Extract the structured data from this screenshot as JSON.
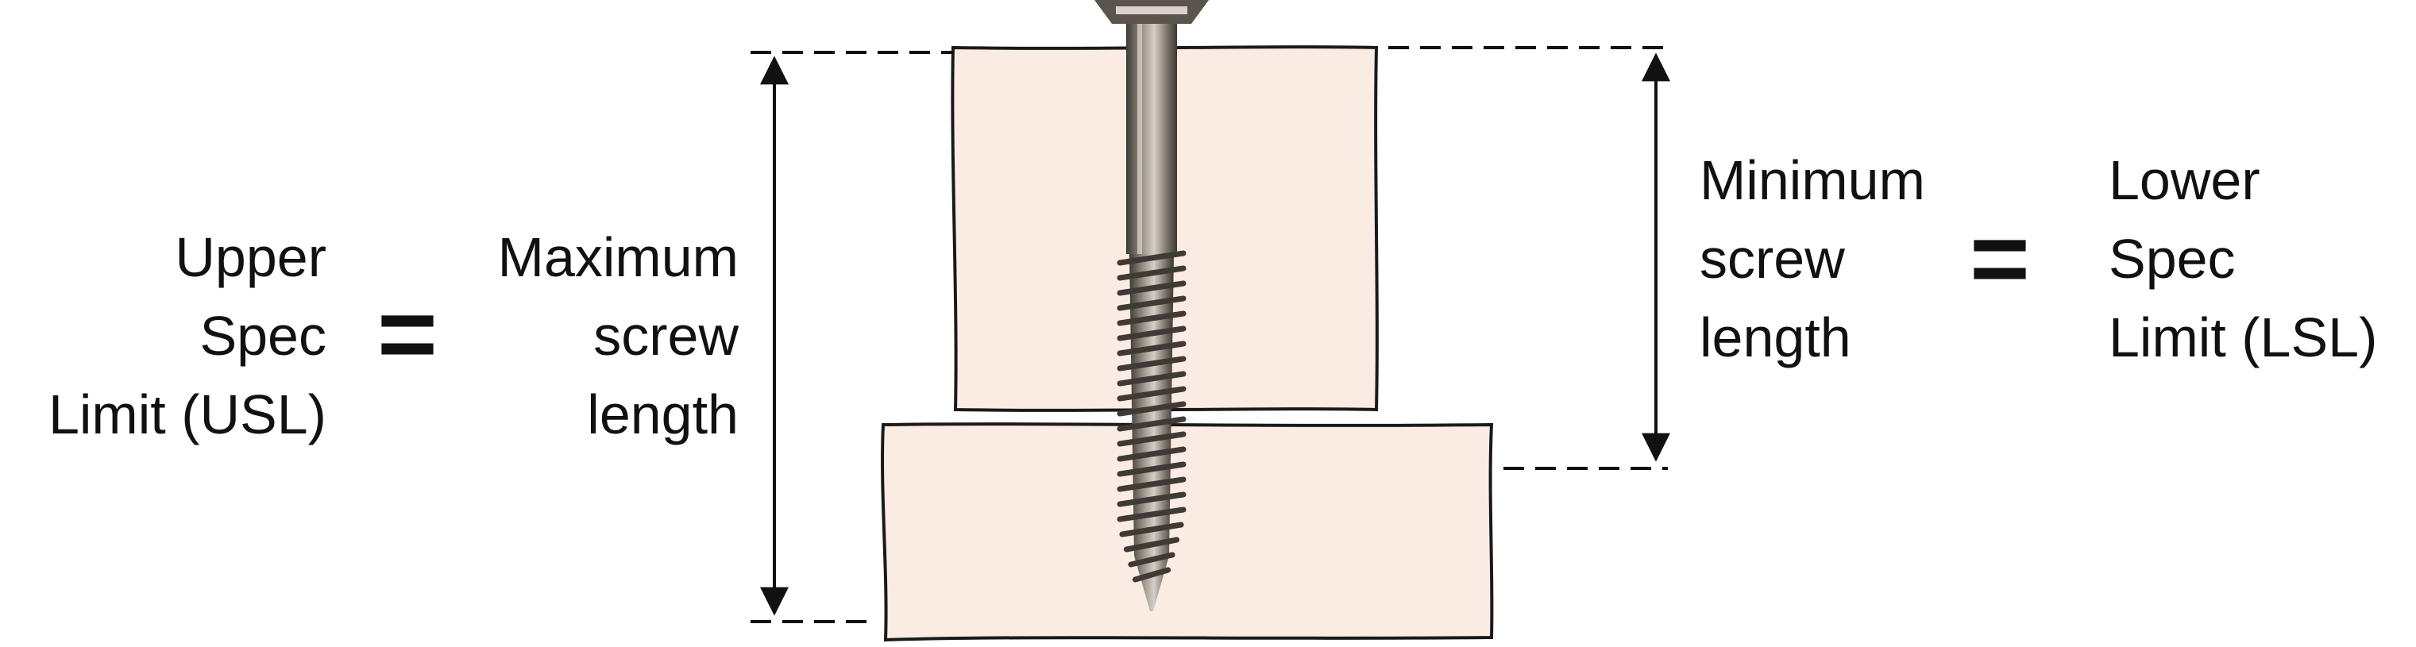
{
  "left": {
    "usl_label": [
      "Upper",
      "Spec",
      "Limit (USL)"
    ],
    "equals": "=",
    "max_label": [
      "Maximum",
      "screw",
      "length"
    ]
  },
  "right": {
    "min_label": [
      "Minimum",
      "screw",
      "length"
    ],
    "equals": "=",
    "lsl_label": [
      "Lower",
      "Spec",
      "Limit (LSL)"
    ]
  },
  "colors": {
    "board_fill": "#fbece3",
    "board_stroke": "#1a1a1a",
    "screw_dark": "#4a4540",
    "screw_mid": "#8c857c",
    "screw_light": "#c9c3ba",
    "line": "#111111"
  }
}
